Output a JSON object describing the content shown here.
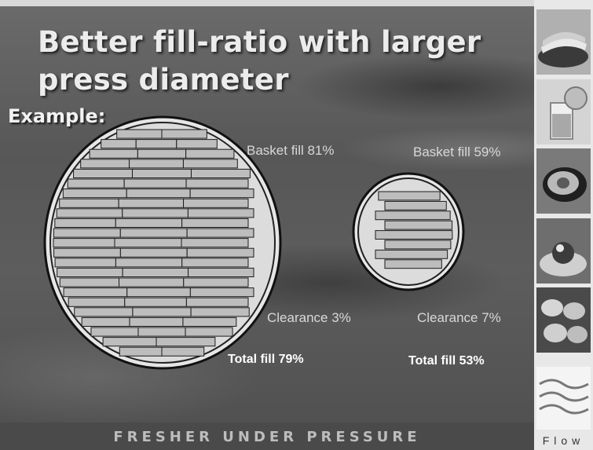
{
  "title": "Better fill-ratio with larger press diameter",
  "example_label": "Example:",
  "large_press": {
    "basket_fill": "Basket fill 81%",
    "clearance": "Clearance 3%",
    "total_fill": "Total fill 79%"
  },
  "small_press": {
    "basket_fill": "Basket fill 59%",
    "clearance": "Clearance 7%",
    "total_fill": "Total fill 53%"
  },
  "tagline": "FRESHER UNDER PRESSURE",
  "brand": "Flow",
  "sidebar_photos": [
    {
      "icon": "layered-food-icon"
    },
    {
      "icon": "juice-glass-icon"
    },
    {
      "icon": "avocado-icon"
    },
    {
      "icon": "dessert-plate-icon"
    },
    {
      "icon": "oysters-icon"
    }
  ],
  "colors": {
    "circle_fill": "#dcdcdc",
    "bar_fill": "#bdbdbd",
    "outline": "#111111"
  }
}
